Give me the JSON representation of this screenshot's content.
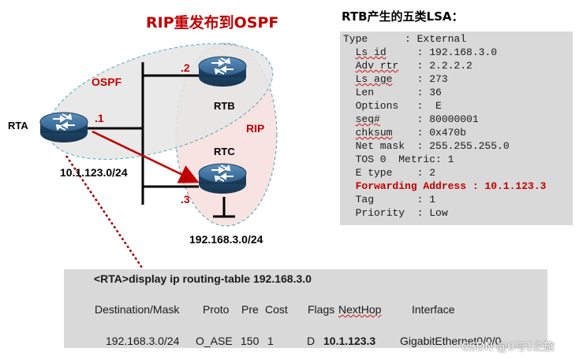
{
  "title": "RIP重发布到OSPF",
  "lsa_title": "RTB产生的五类LSA：",
  "lsa_lines": [
    "Type      : External",
    "  Ls id     : 192.168.3.0",
    "  Adv rtr   : 2.2.2.2",
    "  Ls age    : 273",
    "  Len       : 36",
    "  Options   :  E",
    "  seq#      : 80000001",
    "  chksum    : 0x470b",
    "  Net mask  : 255.255.255.0",
    "  TOS 0  Metric: 1",
    "  E type    : 2",
    "  Forwarding Address : 10.1.123.3",
    "  Tag       : 1",
    "  Priority  : Low"
  ],
  "diagram": {
    "area_ospf": "OSPF",
    "area_rip": "RIP",
    "rta": "RTA",
    "rtb": "RTB",
    "rtc": "RTC",
    "if_rta": ".1",
    "if_rtb": ".2",
    "if_rtc": ".3",
    "subnet_shared": "10.1.123.0/24",
    "subnet_rip": "192.168.3.0/24"
  },
  "routing": {
    "command": "<RTA>display ip routing-table 192.168.3.0",
    "header": {
      "destination": "Destination/Mask",
      "proto": "Proto",
      "pre": "Pre",
      "cost": "Cost",
      "flags": "Flags",
      "nexthop": "NextHop",
      "interface": "Interface"
    },
    "row": {
      "destination": "192.168.3.0/24",
      "proto": "O_ASE",
      "pre": "150",
      "cost": "1",
      "flags": "D",
      "nexthop": "10.1.123.3",
      "interface": "GigabitEthernet0/0/0"
    }
  },
  "watermark": "CSDN @0与1之旅",
  "colors": {
    "accent_red": "#c00000",
    "router_blue": "#2f5f8a",
    "box_gray": "#d9d9d9",
    "ospf_zone": "#e8e8e8",
    "rip_zone": "#f8e0e0"
  },
  "icons": [
    "router-icon"
  ]
}
